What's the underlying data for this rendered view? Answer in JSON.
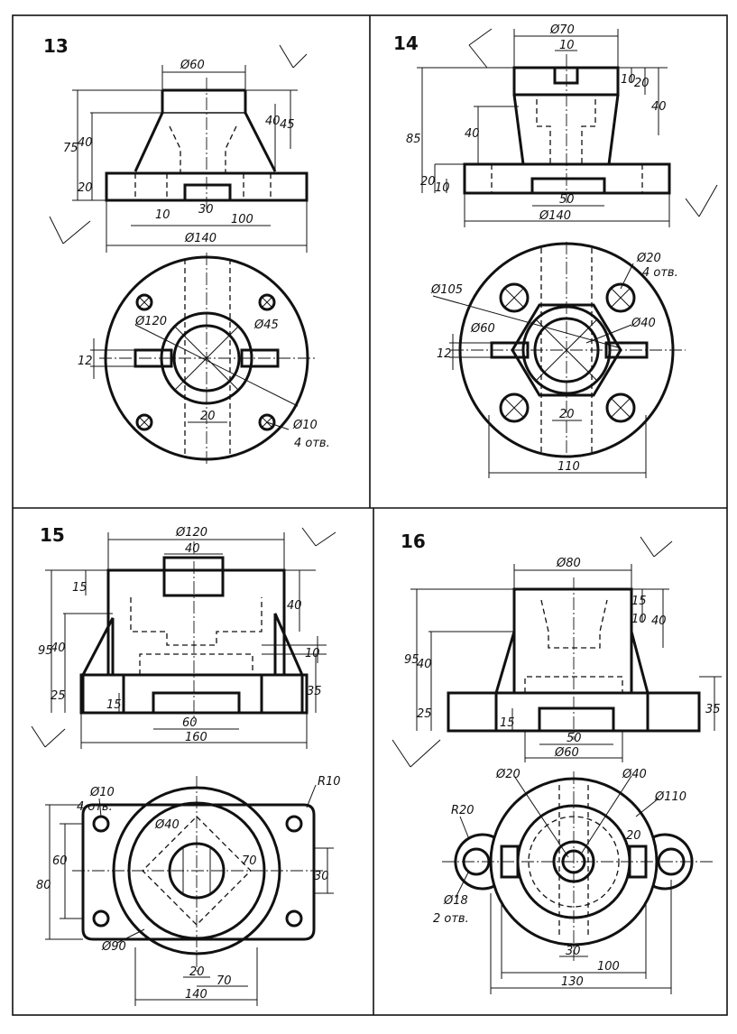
{
  "panels": [
    {
      "number": "13",
      "labels": {
        "d60": "Ø60",
        "h75": "75",
        "h40a": "40",
        "h20": "20",
        "h40b": "40",
        "h45": "45",
        "d30": "30",
        "h10": "10",
        "w100": "100",
        "d140": "Ø140",
        "d120": "Ø120",
        "d45": "Ø45",
        "w12": "12",
        "w20": "20",
        "d10": "Ø10",
        "holes": "4 отв."
      }
    },
    {
      "number": "14",
      "labels": {
        "d70": "Ø70",
        "w10": "10",
        "h10": "10",
        "h20a": "20",
        "h40a": "40",
        "h85": "85",
        "h40b": "40",
        "h20b": "20",
        "h10b": "10",
        "w50": "50",
        "d140": "Ø140",
        "d20": "Ø20",
        "holes": "4 отв.",
        "d105": "Ø105",
        "d60": "Ø60",
        "d40": "Ø40",
        "w12": "12",
        "w20": "20",
        "w110": "110"
      }
    },
    {
      "number": "15",
      "labels": {
        "d120": "Ø120",
        "w40": "40",
        "h15a": "15",
        "h95": "95",
        "h40a": "40",
        "h40b": "40",
        "h10": "10",
        "h25": "25",
        "h15b": "15",
        "h35": "35",
        "w60": "60",
        "w160": "160",
        "d10": "Ø10",
        "holes": "4 отв.",
        "r10": "R10",
        "d40": "Ø40",
        "h60": "60",
        "h80": "80",
        "h70": "70",
        "h30": "30",
        "d90": "Ø90",
        "w20": "20",
        "w70": "70",
        "w140": "140"
      }
    },
    {
      "number": "16",
      "labels": {
        "d80": "Ø80",
        "h15": "15",
        "h10": "10",
        "h40a": "40",
        "h95": "95",
        "h40b": "40",
        "h25": "25",
        "h15b": "15",
        "h35": "35",
        "w50": "50",
        "d60": "Ø60",
        "d20": "Ø20",
        "d40": "Ø40",
        "d110": "Ø110",
        "r20": "R20",
        "w20": "20",
        "d18": "Ø18",
        "holes": "2 отв.",
        "w30": "30",
        "w100": "100",
        "w130": "130"
      }
    }
  ]
}
